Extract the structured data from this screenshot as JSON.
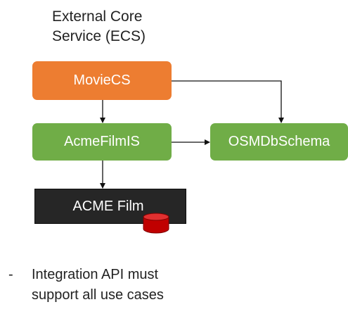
{
  "title": {
    "line1": "External Core",
    "line2": "Service (ECS)"
  },
  "nodes": {
    "moviecs": {
      "label": "MovieCS",
      "color": "#ed7d31"
    },
    "acmefilmis": {
      "label": "AcmeFilmIS",
      "color": "#70ad47"
    },
    "osmdbschema": {
      "label": "OSMDbSchema",
      "color": "#70ad47"
    },
    "acme_film": {
      "label": "ACME Film",
      "color": "#262626",
      "icon": "database-cylinder-icon",
      "icon_color": "#c00000"
    }
  },
  "edges": [
    {
      "from": "moviecs",
      "to": "acmefilmis"
    },
    {
      "from": "moviecs",
      "to": "osmdbschema"
    },
    {
      "from": "acmefilmis",
      "to": "osmdbschema"
    },
    {
      "from": "acmefilmis",
      "to": "acme_film"
    }
  ],
  "note": {
    "bullet": "-",
    "line1": "Integration API must",
    "line2": "support all use cases"
  }
}
